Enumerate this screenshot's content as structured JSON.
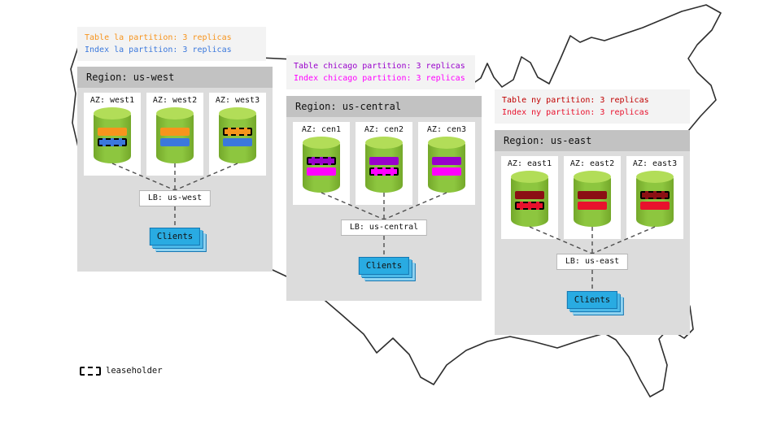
{
  "regions": [
    {
      "title": "Region: us-west",
      "info": [
        {
          "text": "Table la partition: 3 replicas",
          "color": "#f7941d"
        },
        {
          "text": "Index la partition: 3 replicas",
          "color": "#3b78dc"
        }
      ],
      "azs": [
        {
          "label": "AZ: west1",
          "bars": [
            {
              "color": "#f7941d",
              "leaseholder": false
            },
            {
              "color": "#3b78dc",
              "leaseholder": true
            }
          ]
        },
        {
          "label": "AZ: west2",
          "bars": [
            {
              "color": "#f7941d",
              "leaseholder": false
            },
            {
              "color": "#3b78dc",
              "leaseholder": false
            }
          ]
        },
        {
          "label": "AZ: west3",
          "bars": [
            {
              "color": "#f7941d",
              "leaseholder": true
            },
            {
              "color": "#3b78dc",
              "leaseholder": false
            }
          ]
        }
      ],
      "lb_label": "LB: us-west",
      "clients_label": "Clients"
    },
    {
      "title": "Region: us-central",
      "info": [
        {
          "text": "Table chicago partition: 3 replicas",
          "color": "#9900cc"
        },
        {
          "text": "Index chicago partition: 3 replicas",
          "color": "#ff00ff"
        }
      ],
      "azs": [
        {
          "label": "AZ: cen1",
          "bars": [
            {
              "color": "#9900cc",
              "leaseholder": true
            },
            {
              "color": "#ff00ff",
              "leaseholder": false
            }
          ]
        },
        {
          "label": "AZ: cen2",
          "bars": [
            {
              "color": "#9900cc",
              "leaseholder": false
            },
            {
              "color": "#ff00ff",
              "leaseholder": true
            }
          ]
        },
        {
          "label": "AZ: cen3",
          "bars": [
            {
              "color": "#9900cc",
              "leaseholder": false
            },
            {
              "color": "#ff00ff",
              "leaseholder": false
            }
          ]
        }
      ],
      "lb_label": "LB: us-central",
      "clients_label": "Clients"
    },
    {
      "title": "Region: us-east",
      "info": [
        {
          "text": "Table ny partition: 3 replicas",
          "color": "#c00000"
        },
        {
          "text": "Index ny partition: 3 replicas",
          "color": "#e8112d"
        }
      ],
      "azs": [
        {
          "label": "AZ: east1",
          "bars": [
            {
              "color": "#8b0f14",
              "leaseholder": false
            },
            {
              "color": "#e8112d",
              "leaseholder": true
            }
          ]
        },
        {
          "label": "AZ: east2",
          "bars": [
            {
              "color": "#8b0f14",
              "leaseholder": false
            },
            {
              "color": "#e8112d",
              "leaseholder": false
            }
          ]
        },
        {
          "label": "AZ: east3",
          "bars": [
            {
              "color": "#8b0f14",
              "leaseholder": true
            },
            {
              "color": "#e8112d",
              "leaseholder": false
            }
          ]
        }
      ],
      "lb_label": "LB: us-east",
      "clients_label": "Clients"
    }
  ],
  "legend": {
    "label": "leaseholder"
  },
  "colors": {
    "cylinder_body": "#8dc63f",
    "cylinder_edge": "#74a82a",
    "cylinder_top": "#b2dd58",
    "clients_fill": "#29abe2",
    "clients_border": "#1476b2",
    "connector": "#4d4d4d",
    "map_outline": "#2e2e2e"
  }
}
